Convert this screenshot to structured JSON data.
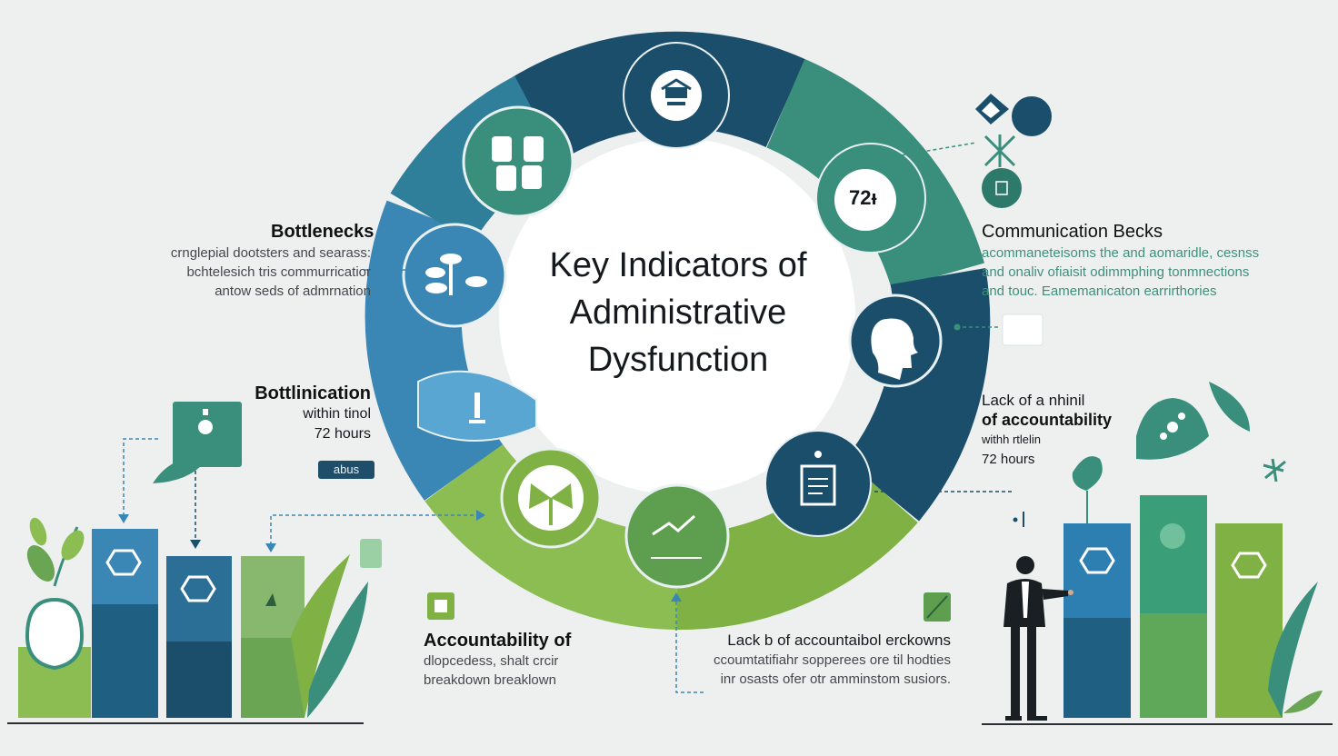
{
  "title": {
    "line1": "Key Indicators of",
    "line2": "Administrative",
    "line3": "Dysfunction"
  },
  "ring_badge": "72ᵼ",
  "left_block_1": {
    "heading": "Bottlenecks",
    "lines": [
      "crnglepial dootsters and searass:",
      "bchtelesich tris commurricatior",
      "antow seds of admrnation"
    ]
  },
  "left_block_2": {
    "heading": "Bottlinication",
    "line1": "within tinol",
    "line2": "72 hours",
    "button": "abus"
  },
  "right_block_1": {
    "heading": "Communication Becks",
    "lines": [
      "acommaneteisoms the and aomaridle, cesnss",
      "and onaliv ofiaisit odimmphing tonmnections",
      "and touc. Eamemanicaton earrirthories"
    ]
  },
  "right_block_2": {
    "line1": "Lack of a nhinil",
    "line2": "of accountability",
    "line3": "withh rtlelin",
    "line4": "72 hours"
  },
  "bottom_center_left": {
    "heading": "Accountability of",
    "line1": "dlopcedess, shalt crcir",
    "line2": "breakdown breaklown"
  },
  "bottom_center_right": {
    "heading": "Lack b of accountaibol erckowns",
    "line1": "ccoumtatifiahr sopperees ore til hodties",
    "line2": "inr osasts ofer otr amminstom susiors."
  },
  "colors": {
    "navy": "#1b4e6b",
    "teal": "#3a8f7c",
    "blue": "#3a86b4",
    "light_blue": "#5aa6d2",
    "green": "#7fb144",
    "light_green": "#8cbd52",
    "background": "#eef0f0"
  },
  "icons": [
    "presentation-board-icon",
    "stacked-boxes-icon",
    "gear-cluster-icon",
    "chart-badge-icon",
    "head-profile-icon",
    "document-icon",
    "trend-arrow-icon",
    "fan-icon",
    "lighthouse-icon",
    "laptop-icon",
    "person-presenter-icon"
  ]
}
